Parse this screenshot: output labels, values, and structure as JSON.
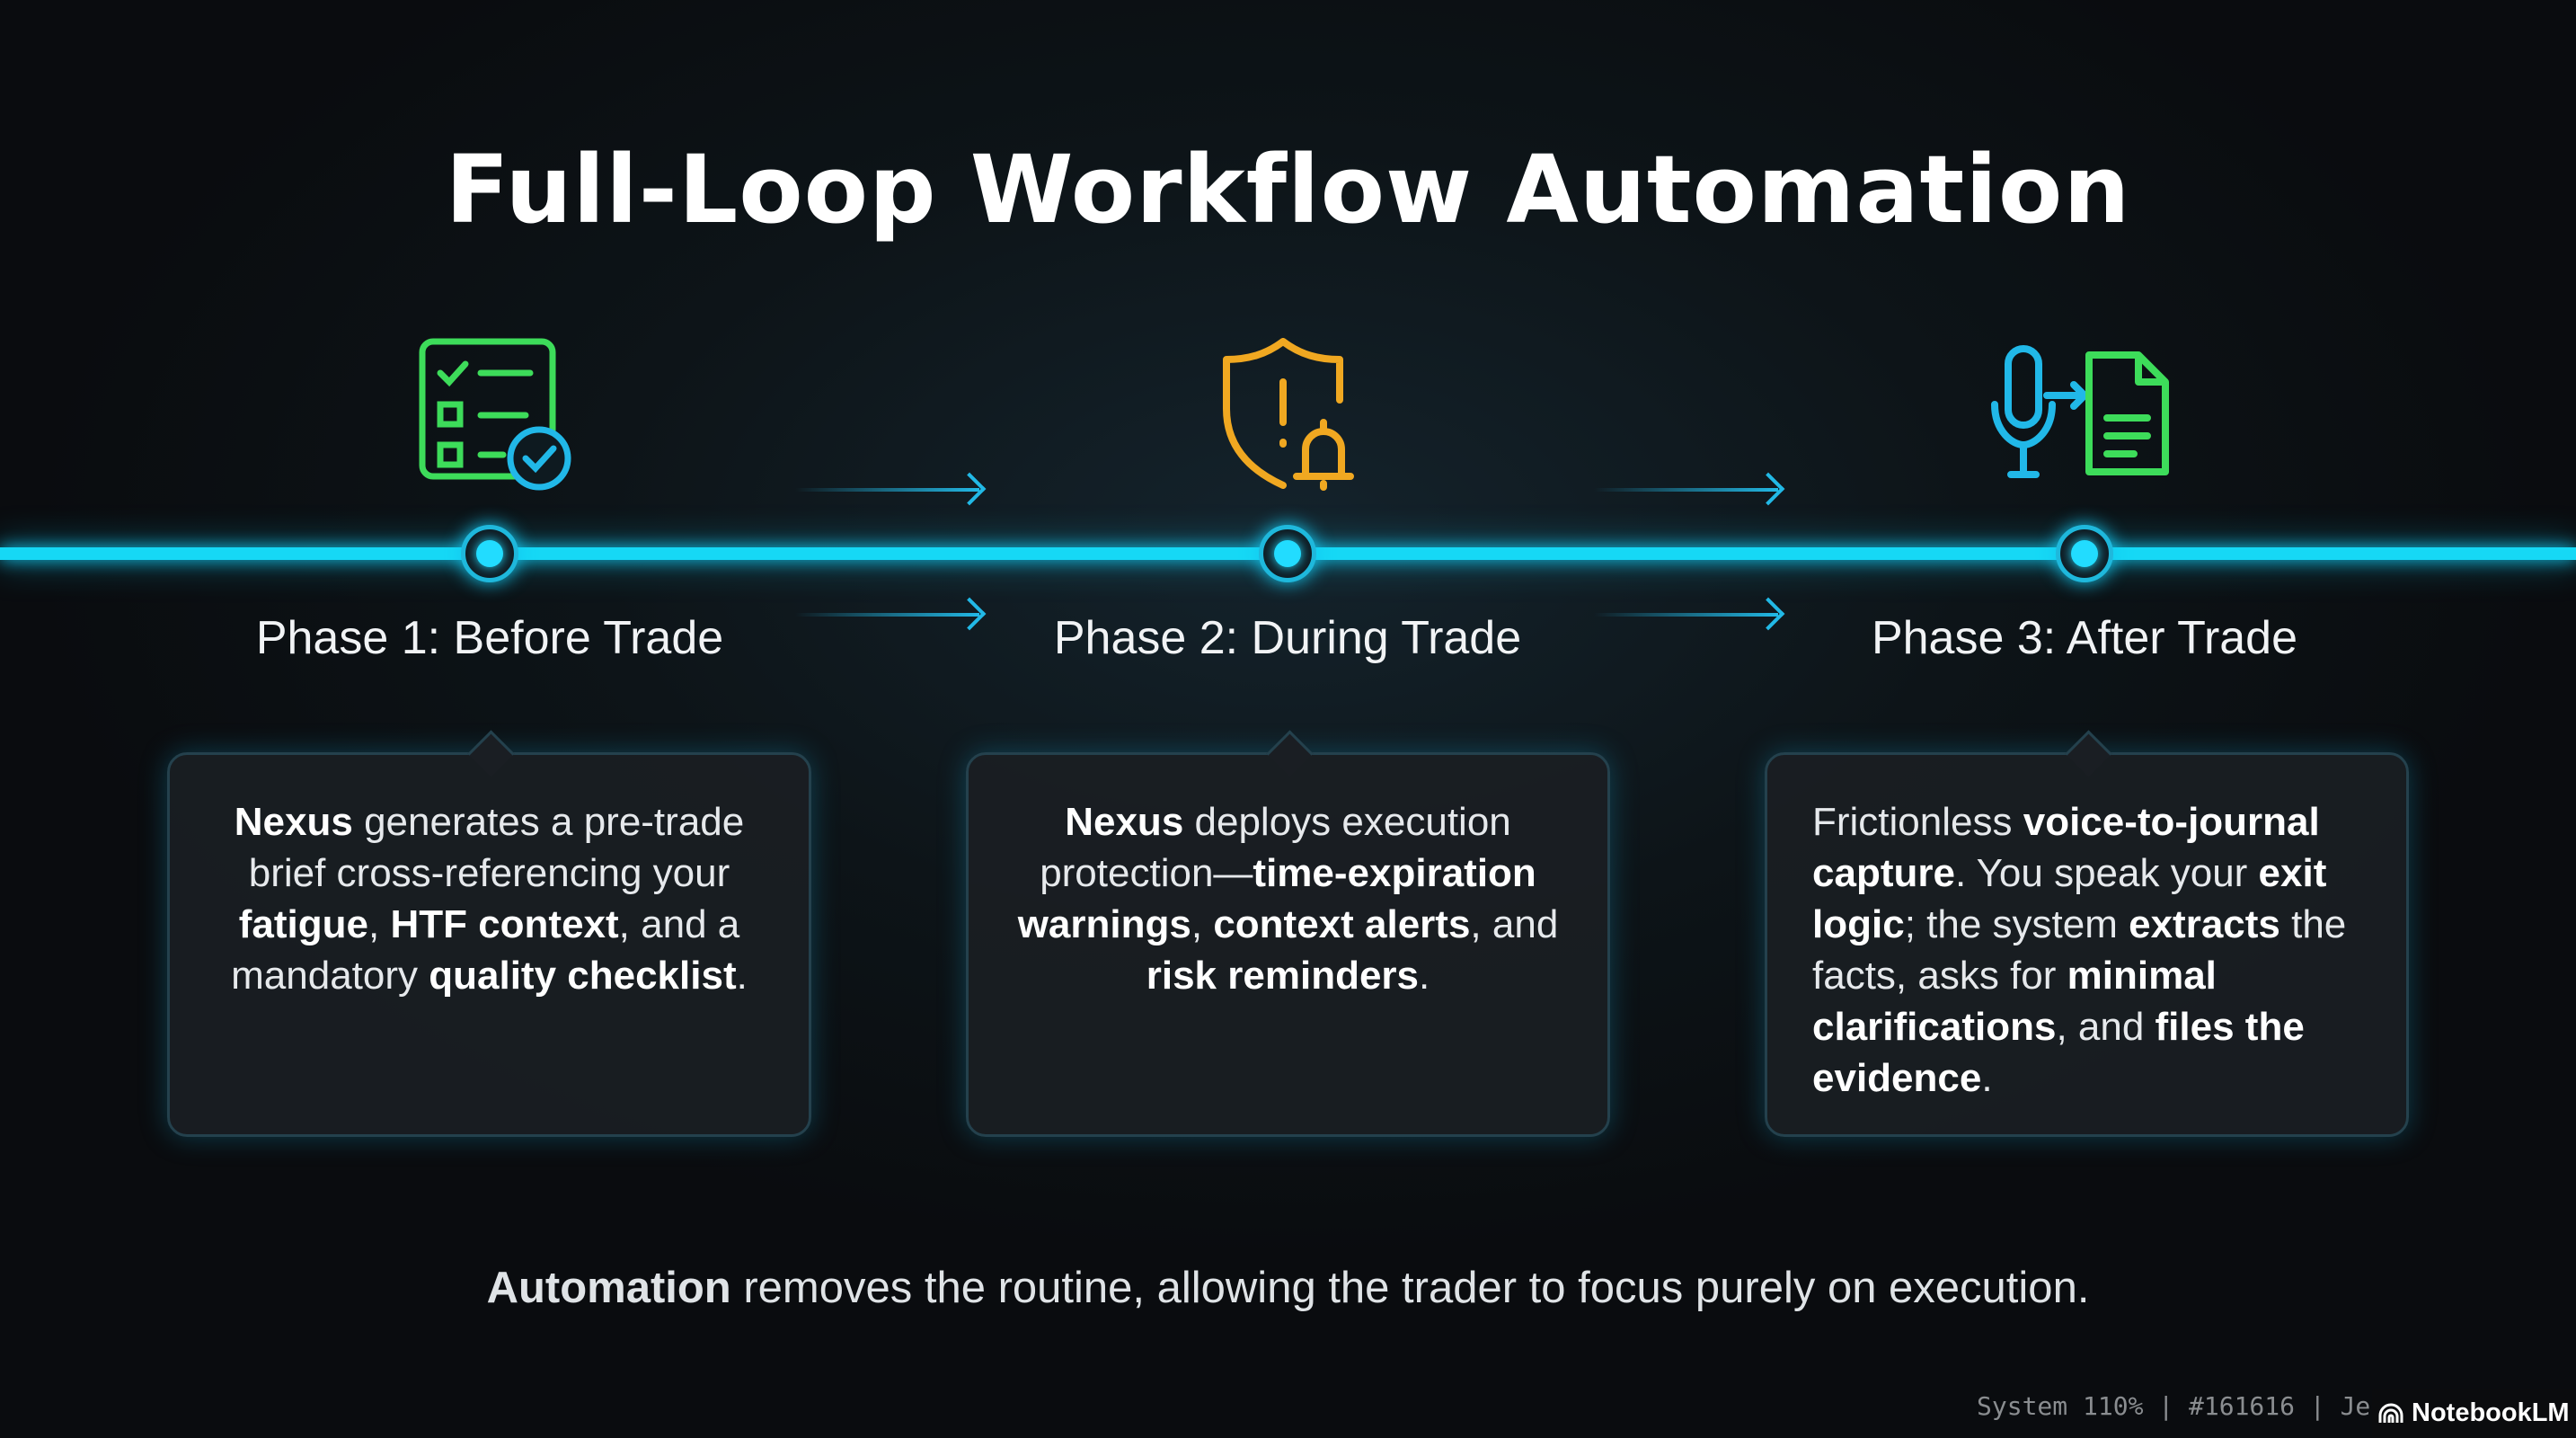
{
  "title": "Full-Loop Workflow Automation",
  "colors": {
    "timeline": "#16d8f5",
    "phase1_icon": "#3ddc5a",
    "phase2_icon": "#f0a821",
    "phase3_icon_mic": "#21b8e8",
    "phase3_icon_doc": "#3ddc5a"
  },
  "phases": [
    {
      "label": "Phase 1: Before Trade",
      "icon": "checklist-check-icon",
      "parts": [
        [
          "Nexus",
          true
        ],
        [
          " generates a pre-trade brief cross-referencing your ",
          false
        ],
        [
          "fatigue",
          true
        ],
        [
          ", ",
          false
        ],
        [
          "HTF context",
          true
        ],
        [
          ", and a mandatory ",
          false
        ],
        [
          "quality checklist",
          true
        ],
        [
          ".",
          false
        ]
      ]
    },
    {
      "label": "Phase 2: During Trade",
      "icon": "shield-alert-bell-icon",
      "parts": [
        [
          "Nexus",
          true
        ],
        [
          " deploys execution protection—",
          false
        ],
        [
          "time-expiration warnings",
          true
        ],
        [
          ", ",
          false
        ],
        [
          "context alerts",
          true
        ],
        [
          ", and ",
          false
        ],
        [
          "risk reminders",
          true
        ],
        [
          ".",
          false
        ]
      ]
    },
    {
      "label": "Phase 3: After Trade",
      "icon": "microphone-to-document-icon",
      "parts": [
        [
          "Frictionless ",
          false
        ],
        [
          "voice-to-journal capture",
          true
        ],
        [
          ". You speak your ",
          false
        ],
        [
          "exit logic",
          true
        ],
        [
          "; the system ",
          false
        ],
        [
          "extracts",
          true
        ],
        [
          " the facts, asks for ",
          false
        ],
        [
          "minimal clarifications",
          true
        ],
        [
          ", and ",
          false
        ],
        [
          "files the evidence",
          true
        ],
        [
          ".",
          false
        ]
      ]
    }
  ],
  "bottom": {
    "bold": "Automation",
    "rest": " removes the routine, allowing the trader to focus purely on execution."
  },
  "footer": {
    "status": "System 110% | #161616 | Je",
    "brand": "NotebookLM"
  }
}
